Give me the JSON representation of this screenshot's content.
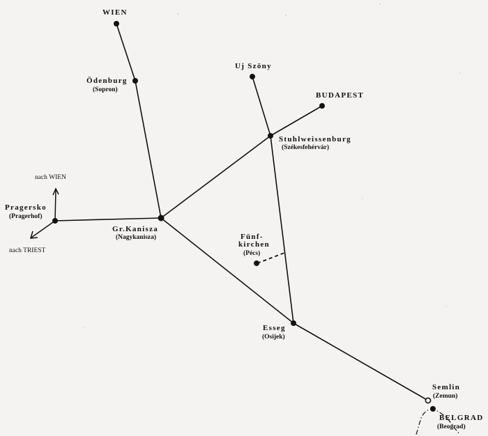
{
  "map": {
    "places": {
      "wien": {
        "name": "WIEN"
      },
      "oedenburg": {
        "name": "Ödenburg",
        "alt": "(Sopron)"
      },
      "ujszony": {
        "name": "Uj Szöny"
      },
      "budapest": {
        "name": "BUDAPEST"
      },
      "stuhlweissenburg": {
        "name": "Stuhlweissenburg",
        "alt": "(Székesfehérvár)"
      },
      "pragersko": {
        "name": "Pragersko",
        "alt": "(Pragerhof)"
      },
      "kanisza": {
        "name": "Gr.Kanisza",
        "alt": "(Nagykanisza)"
      },
      "fuenfkirchen": {
        "name_line1": "Fünf-",
        "name_line2": "kirchen",
        "alt": "(Pécs)"
      },
      "esseg": {
        "name": "Esseg",
        "alt": "(Osijek)"
      },
      "semlin": {
        "name": "Semlin",
        "alt": "(Zemun)"
      },
      "belgrad": {
        "name": "BELGRAD",
        "alt": "(Beograd)"
      }
    },
    "directions": {
      "to_wien": "nach WIEN",
      "to_triest": "nach TRIEST"
    }
  }
}
